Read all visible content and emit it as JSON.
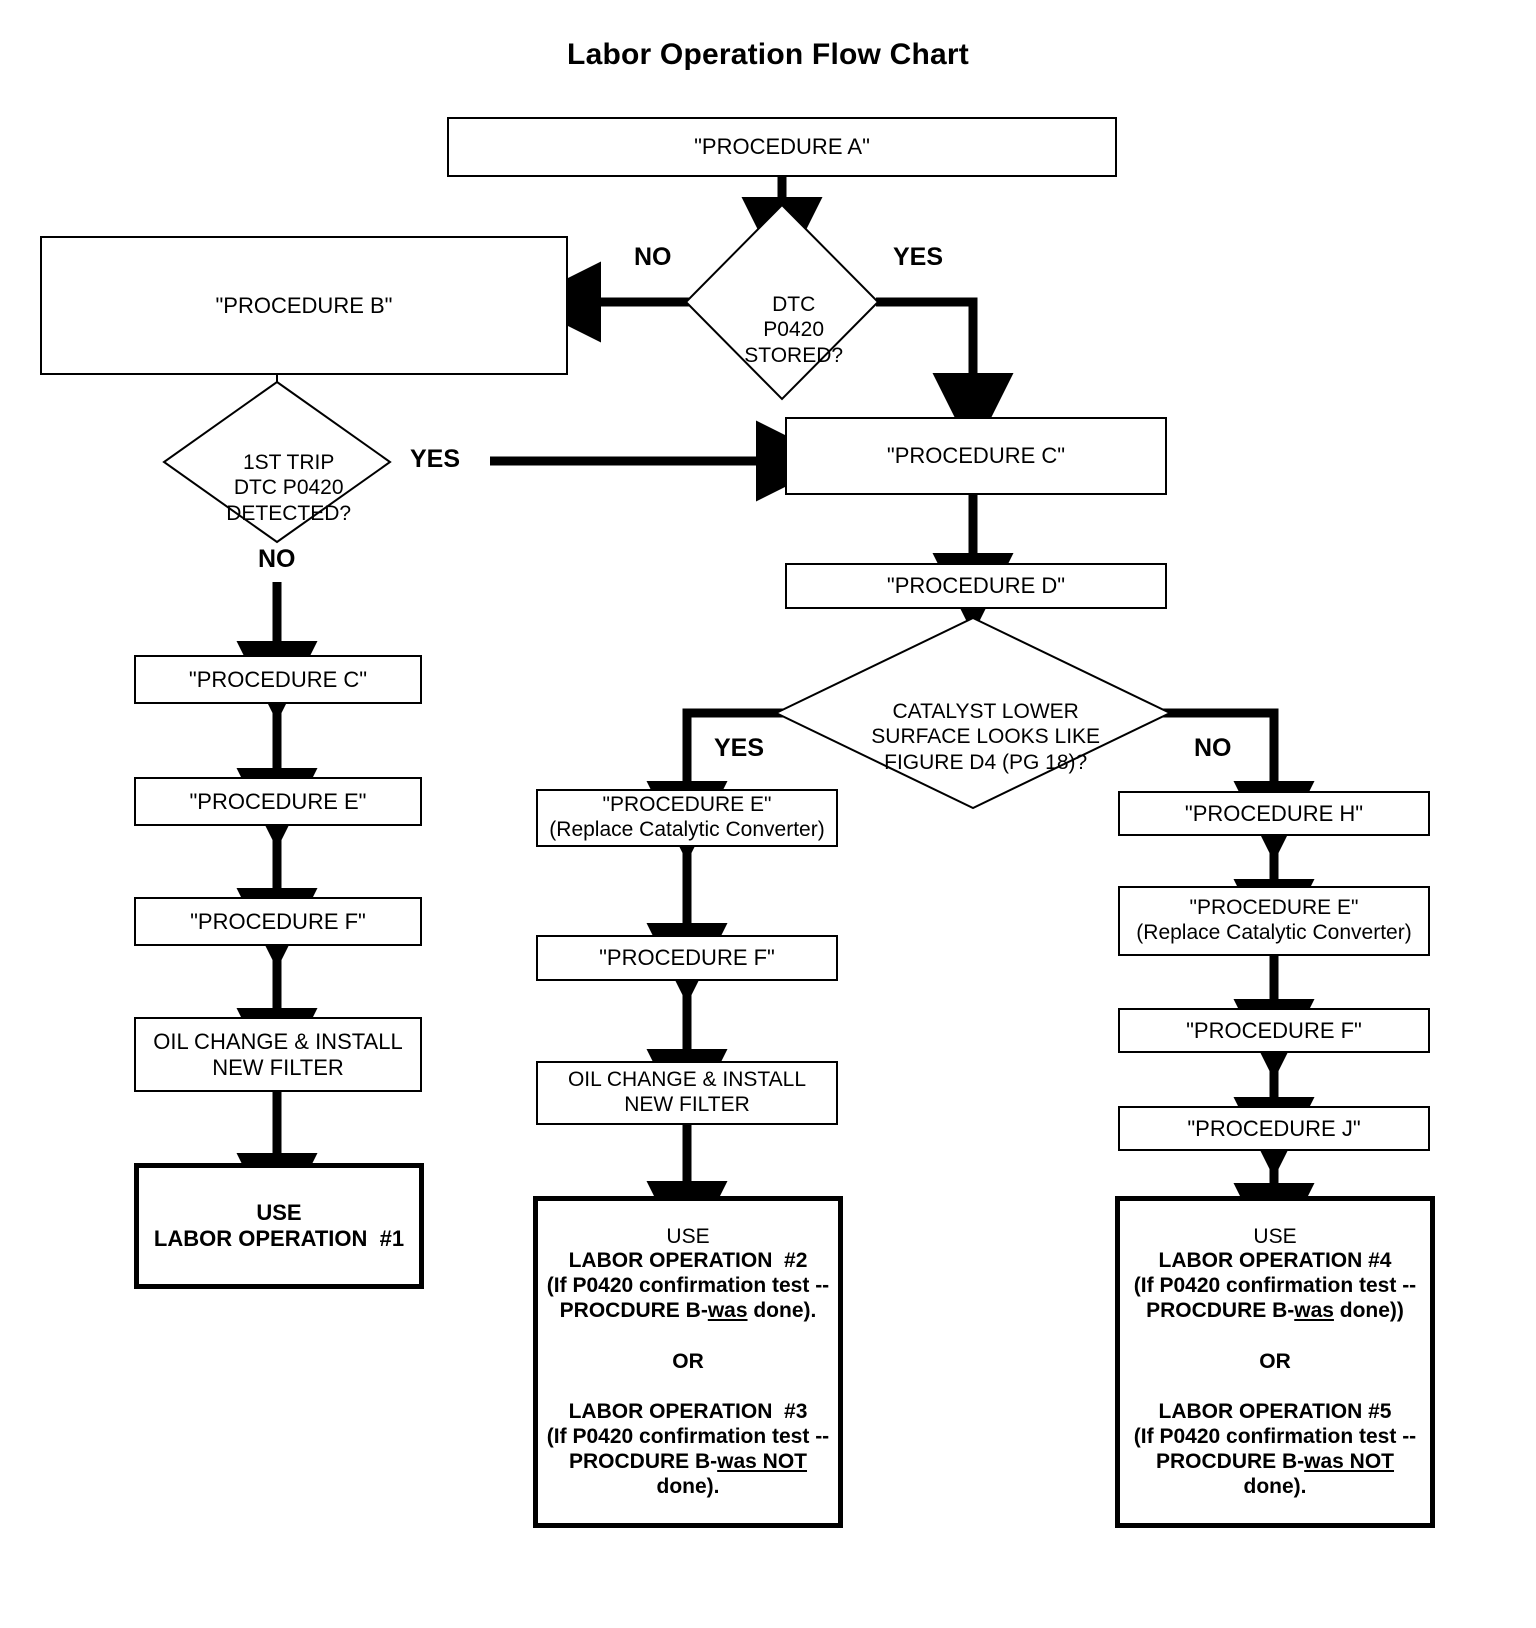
{
  "title": "Labor Operation Flow Chart",
  "chart_data": {
    "type": "diagram",
    "subtype": "flowchart",
    "title": "Labor Operation Flow Chart",
    "nodes": [
      {
        "id": "proc_a",
        "shape": "process",
        "text": "\"PROCEDURE A\""
      },
      {
        "id": "dtc",
        "shape": "decision",
        "text": "DTC\nP0420\nSTORED?"
      },
      {
        "id": "proc_b",
        "shape": "process",
        "text": "\"PROCEDURE B\""
      },
      {
        "id": "trip",
        "shape": "decision",
        "text": "1ST TRIP\nDTC P0420\nDETECTED?"
      },
      {
        "id": "l_c",
        "shape": "process",
        "text": "\"PROCEDURE C\""
      },
      {
        "id": "l_e",
        "shape": "process",
        "text": "\"PROCEDURE E\""
      },
      {
        "id": "l_f",
        "shape": "process",
        "text": "\"PROCEDURE F\""
      },
      {
        "id": "l_oil",
        "shape": "process",
        "text": "OIL CHANGE & INSTALL\nNEW FILTER"
      },
      {
        "id": "l_use",
        "shape": "terminal",
        "text": "USE\nLABOR OPERATION  #1"
      },
      {
        "id": "r_c",
        "shape": "process",
        "text": "\"PROCEDURE C\""
      },
      {
        "id": "r_d",
        "shape": "process",
        "text": "\"PROCEDURE D\""
      },
      {
        "id": "catalyst",
        "shape": "decision",
        "text": "CATALYST LOWER\nSURFACE LOOKS LIKE\nFIGURE D4 (PG 18)?"
      },
      {
        "id": "m_e",
        "shape": "process",
        "text": "\"PROCEDURE E\"\n(Replace Catalytic Converter)"
      },
      {
        "id": "m_f",
        "shape": "process",
        "text": "\"PROCEDURE F\""
      },
      {
        "id": "m_oil",
        "shape": "process",
        "text": "OIL CHANGE & INSTALL\nNEW FILTER"
      },
      {
        "id": "m_use",
        "shape": "terminal",
        "text": "USE / LABOR OPERATION #2 or #3"
      },
      {
        "id": "rr_h",
        "shape": "process",
        "text": "\"PROCEDURE H\""
      },
      {
        "id": "rr_e",
        "shape": "process",
        "text": "\"PROCEDURE E\"\n(Replace Catalytic Converter)"
      },
      {
        "id": "rr_f",
        "shape": "process",
        "text": "\"PROCEDURE F\""
      },
      {
        "id": "rr_j",
        "shape": "process",
        "text": "\"PROCEDURE J\""
      },
      {
        "id": "rr_use",
        "shape": "terminal",
        "text": "USE / LABOR OPERATION #4 or #5"
      }
    ],
    "edges": [
      {
        "from": "proc_a",
        "to": "dtc",
        "label": ""
      },
      {
        "from": "dtc",
        "to": "proc_b",
        "label": "NO"
      },
      {
        "from": "dtc",
        "to": "r_c",
        "label": "YES"
      },
      {
        "from": "proc_b",
        "to": "trip",
        "label": ""
      },
      {
        "from": "trip",
        "to": "r_c",
        "label": "YES"
      },
      {
        "from": "trip",
        "to": "l_c",
        "label": "NO"
      },
      {
        "from": "l_c",
        "to": "l_e",
        "label": ""
      },
      {
        "from": "l_e",
        "to": "l_f",
        "label": ""
      },
      {
        "from": "l_f",
        "to": "l_oil",
        "label": ""
      },
      {
        "from": "l_oil",
        "to": "l_use",
        "label": ""
      },
      {
        "from": "r_c",
        "to": "r_d",
        "label": ""
      },
      {
        "from": "r_d",
        "to": "catalyst",
        "label": ""
      },
      {
        "from": "catalyst",
        "to": "m_e",
        "label": "YES"
      },
      {
        "from": "catalyst",
        "to": "rr_h",
        "label": "NO"
      },
      {
        "from": "m_e",
        "to": "m_f",
        "label": ""
      },
      {
        "from": "m_f",
        "to": "m_oil",
        "label": ""
      },
      {
        "from": "m_oil",
        "to": "m_use",
        "label": ""
      },
      {
        "from": "rr_h",
        "to": "rr_e",
        "label": ""
      },
      {
        "from": "rr_e",
        "to": "rr_f",
        "label": ""
      },
      {
        "from": "rr_f",
        "to": "rr_j",
        "label": ""
      },
      {
        "from": "rr_j",
        "to": "rr_use",
        "label": ""
      }
    ]
  },
  "nodes": {
    "procedure_a": "\"PROCEDURE A\"",
    "procedure_b": "\"PROCEDURE B\"",
    "dtc_l1": "DTC",
    "dtc_l2": "P0420",
    "dtc_l3": "STORED?",
    "trip_l1": "1ST TRIP",
    "trip_l2": "DTC P0420",
    "trip_l3": "DETECTED?",
    "catalyst_l1": "CATALYST LOWER",
    "catalyst_l2": "SURFACE LOOKS LIKE",
    "catalyst_l3": "FIGURE D4 (PG 18)?",
    "left_c": "\"PROCEDURE C\"",
    "left_e": "\"PROCEDURE E\"",
    "left_f": "\"PROCEDURE F\"",
    "oil_l1": "OIL CHANGE & INSTALL",
    "oil_l2": "NEW FILTER",
    "left_use_l1": "USE",
    "left_use_l2": "LABOR OPERATION  #1",
    "right_c": "\"PROCEDURE C\"",
    "right_d": "\"PROCEDURE D\"",
    "mid_e_l1": "\"PROCEDURE E\"",
    "mid_e_l2": "(Replace Catalytic Converter)",
    "mid_f": "\"PROCEDURE F\"",
    "mid_oil_l1": "OIL CHANGE & INSTALL",
    "mid_oil_l2": "NEW FILTER",
    "mid_use_l1": "USE",
    "mid_use_l2": "LABOR OPERATION  #2",
    "mid_use_l3": "(If P0420 confirmation test --",
    "mid_use_l4_a": "PROCDURE B-",
    "mid_use_l4_u": "was",
    "mid_use_l4_b": " done).",
    "mid_use_or": "OR",
    "mid_use_l5": "LABOR OPERATION  #3",
    "mid_use_l6": "(If P0420 confirmation test --",
    "mid_use_l7_a": "PROCDURE B-",
    "mid_use_l7_u": "was NOT",
    "mid_use_l8": "done).",
    "rr_h": "\"PROCEDURE H\"",
    "rr_e_l1": "\"PROCEDURE E\"",
    "rr_e_l2": "(Replace Catalytic Converter)",
    "rr_f": "\"PROCEDURE F\"",
    "rr_j": "\"PROCEDURE J\"",
    "rr_use_l1": "USE",
    "rr_use_l2": "LABOR OPERATION #4",
    "rr_use_l3": "(If P0420 confirmation test --",
    "rr_use_l4_a": "PROCDURE B-",
    "rr_use_l4_u": "was",
    "rr_use_l4_b": " done))",
    "rr_use_or": "OR",
    "rr_use_l5": "LABOR OPERATION #5",
    "rr_use_l6": "(If P0420 confirmation test --",
    "rr_use_l7_a": "PROCDURE B-",
    "rr_use_l7_u": "was NOT",
    "rr_use_l8": "done)."
  },
  "labels": {
    "dtc_no": "NO",
    "dtc_yes": "YES",
    "trip_yes": "YES",
    "trip_no": "NO",
    "catalyst_yes": "YES",
    "catalyst_no": "NO"
  },
  "colors": {
    "ink": "#000000",
    "paper": "#ffffff"
  }
}
